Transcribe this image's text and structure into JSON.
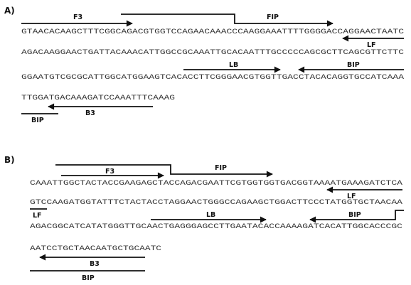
{
  "panels": {
    "A": {
      "label": "A)",
      "seq1": "GTAACACAAGCTTTCGGCAGACGTGGTCCAGAACAAACCCAAGGAAATTTTGGGGACCAGGAACTAATC",
      "seq2": "AGACAAGGAACTGATTACAAACATTGGCCGCAAATTGCACAATTTGCCCCCAGCGCTTCAGCGTTCTTC",
      "seq3": "GGAATGTCGCGCATTGGCATGGAAGTCACACCTTCGGGAACGTGGTTGACCTACACAGGTGCCATCAAA",
      "seq4": "TTGGATGACAAAGATCCAAATTTCAAAG",
      "primers": {
        "f3": "F3",
        "fip": "FIP",
        "lf": "LF",
        "lb": "LB",
        "bip": "BIP",
        "b3": "B3",
        "bip2": "BIP"
      }
    },
    "B": {
      "label": "B)",
      "seq1": "CAAATTGGCTACTACCGAAGAGCTACCAGACGAATTCGTGGTGGTGACGGTAAAATGAAAGATCTCA",
      "seq2": "GTCCAAGATGGTATTTCTACTACCTAGGAACTGGGCCAGAAGCTGGACTTCCCTATGGTGCTAACAA",
      "seq3": "AGACGGCATCATATGGGTTGCAACTGAGGGAGCCTTGAATACACCAAAAGATCACATTGGCACCCGC",
      "seq4": "AATCCTGCTAACAATGCTGCAATC",
      "primers": {
        "f3": "F3",
        "fip": "FIP",
        "lf": "LF",
        "lf2": "LF",
        "lb": "LB",
        "bip": "BIP",
        "b3": "B3",
        "bip2": "BIP"
      }
    }
  }
}
